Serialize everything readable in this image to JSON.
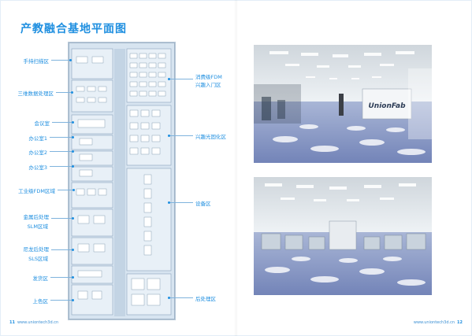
{
  "page_title": "产教融合基地平面图",
  "left_labels": [
    {
      "text": "手持扫描区"
    },
    {
      "text": "三维数据处理区"
    },
    {
      "text": "会议室"
    },
    {
      "text": "办公室1"
    },
    {
      "text": "办公室2"
    },
    {
      "text": "办公室3"
    },
    {
      "text": "工业级FDM区域"
    },
    {
      "text": "金属后处理"
    },
    {
      "text": "SLM区域"
    },
    {
      "text": "尼龙后处理"
    },
    {
      "text": "SLS区域"
    },
    {
      "text": "发货区"
    },
    {
      "text": "上色区"
    }
  ],
  "right_labels": [
    {
      "line1": "消费级FDM",
      "line2": "兴趣入门区"
    },
    {
      "line1": "兴趣光固化区",
      "line2": ""
    },
    {
      "line1": "设备区",
      "line2": ""
    },
    {
      "line1": "后处理区",
      "line2": ""
    }
  ],
  "photo_top": {
    "sign_text": "UnionFab"
  },
  "footer": {
    "left_page": "11",
    "left_url": "www.uniontech3d.cn",
    "right_url": "www.uniontech3d.cn",
    "right_page": "12"
  },
  "colors": {
    "accent": "#1f8fe0"
  }
}
